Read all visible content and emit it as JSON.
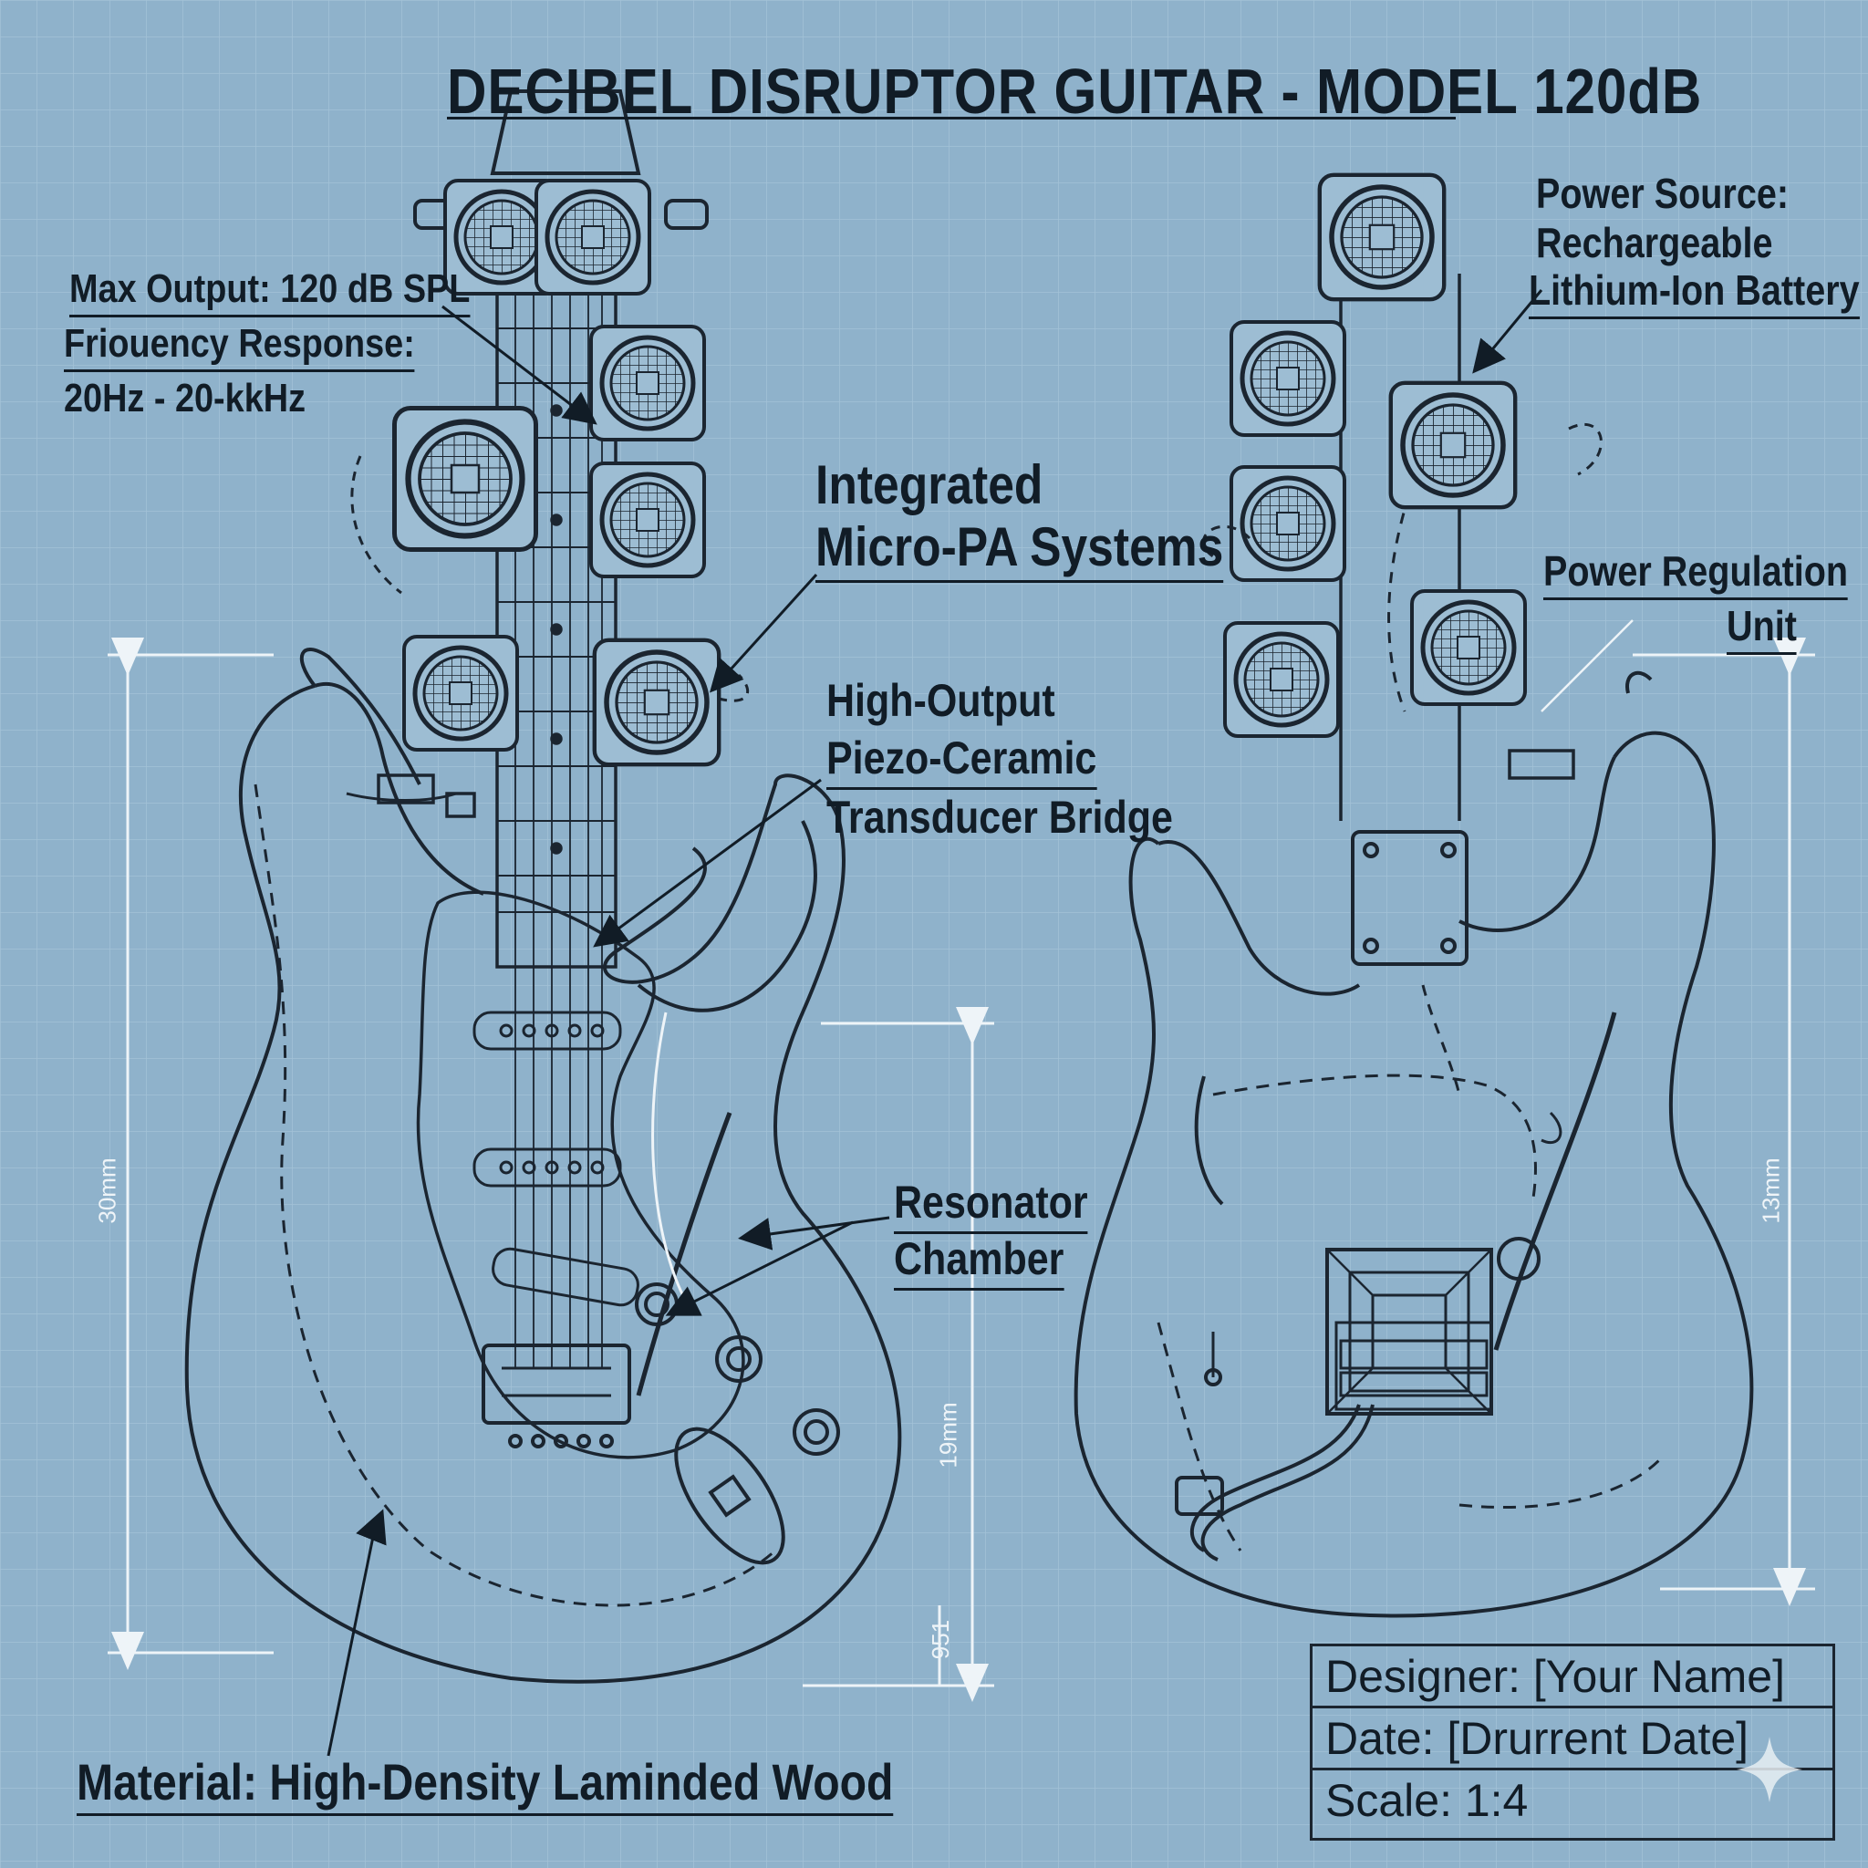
{
  "title": "DECIBEL DISRUPTOR GUITAR - MODEL 120dB",
  "specs": {
    "max_output": "Max Output: 120 dB SPL",
    "frequency_label": "Friouency Response:",
    "frequency_value": "20Hz - 20-kkHz"
  },
  "callouts": {
    "micro_pa_line1": "Integrated",
    "micro_pa_line2": "Micro-PA Systems",
    "bridge_line1": "High-Output",
    "bridge_line2": "Piezo-Ceramic",
    "bridge_line3": "Transducer Bridge",
    "resonator_line1": "Resonator",
    "resonator_line2": "Chamber",
    "power_source_line1": "Power Source:",
    "power_source_line2": "Rechargeable",
    "power_source_line3": "Lithium-Ion Battery",
    "power_reg_line1": "Power Regulation",
    "power_reg_line2": "Unit",
    "material": "Material: High-Density Laminded Wood"
  },
  "dimensions": {
    "left_height": "30mm",
    "body_height": "19mm",
    "small_dim": "951",
    "right_height": "13mm"
  },
  "title_block": {
    "designer": "Designer: [Your Name]",
    "date": "Date: [Drurrent Date]",
    "scale": "Scale: 1:4"
  },
  "colors": {
    "background": "#8fb2cb",
    "line": "#1b2530",
    "dimension": "#eef4f8"
  }
}
